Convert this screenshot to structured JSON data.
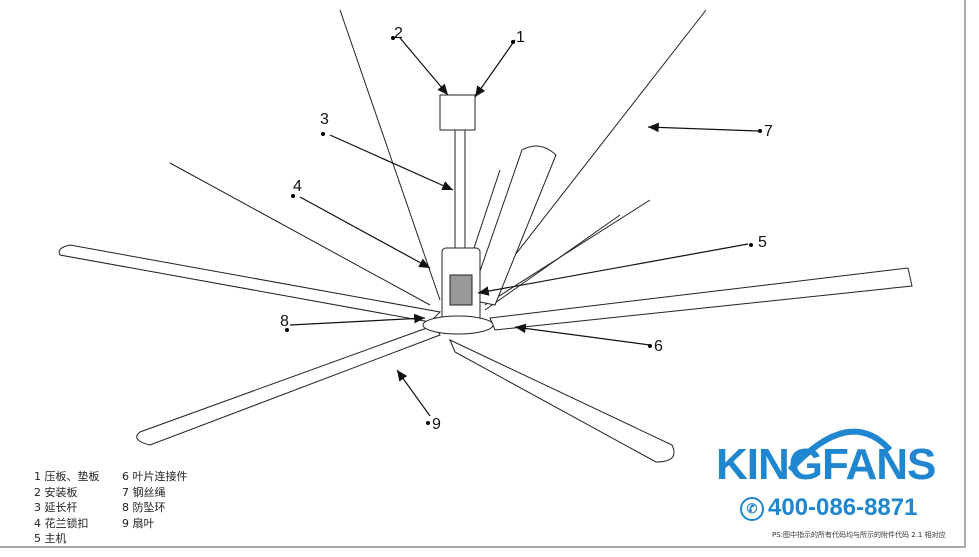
{
  "callouts": [
    {
      "n": "1"
    },
    {
      "n": "2"
    },
    {
      "n": "3"
    },
    {
      "n": "4"
    },
    {
      "n": "5"
    },
    {
      "n": "6"
    },
    {
      "n": "7"
    },
    {
      "n": "8"
    },
    {
      "n": "9"
    }
  ],
  "legend": [
    "1 压板、垫板",
    "6 叶片连接件",
    "2 安装板",
    "7 钢丝绳",
    "3 延长杆",
    "8 防坠环",
    "4 花兰锁扣",
    "9 扇叶",
    "5 主机"
  ],
  "brand": {
    "name": "KINGFANS",
    "phone": "400-086-8871",
    "phone_icon": "phone-icon",
    "accent": "#1f86cf"
  },
  "note": "PS:图中指示的所有代码均与所示的附件代码 2.1 相对应"
}
